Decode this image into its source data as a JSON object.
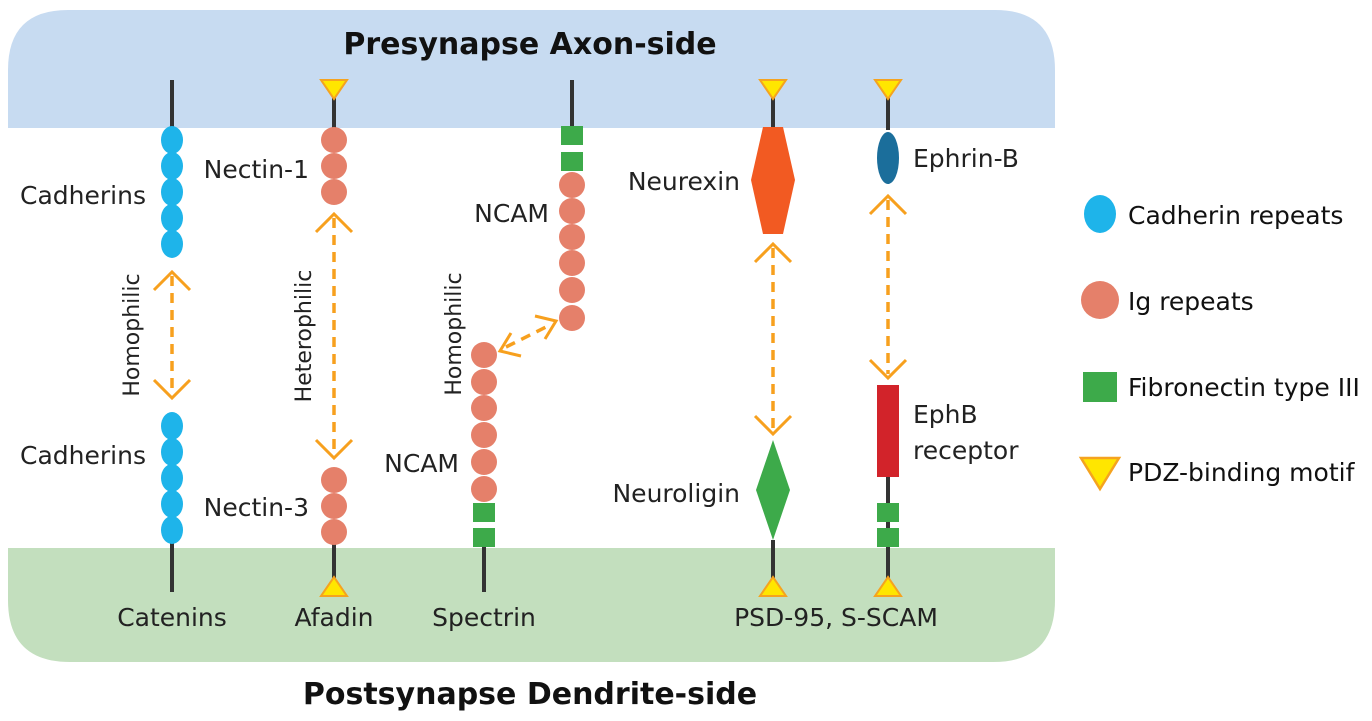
{
  "header": {
    "title": "Presynapse Axon-side"
  },
  "footer": {
    "title": "Postsynapse Dendrite-side"
  },
  "colors": {
    "presynapse_band": "#C7DBF1",
    "postsynapse_band": "#C3DFBE",
    "cadherin": "#1EB4EA",
    "ig": "#E5806A",
    "fibronectin": "#3DAA4A",
    "pdz_fill": "#FFE600",
    "pdz_stroke": "#F5A31F",
    "neurexin": "#F25A22",
    "neuroligin": "#3DAA4A",
    "ephrin": "#1B6E9B",
    "ephb": "#D2232A",
    "arrow": "#F7A01E"
  },
  "columns": {
    "cadherin": {
      "top_label": "Cadherins",
      "bottom_label": "Cadherins",
      "interaction": "Homophilic",
      "partner": "Catenins"
    },
    "nectin": {
      "top_label": "Nectin-1",
      "bottom_label": "Nectin-3",
      "interaction": "Heterophilic",
      "partner": "Afadin"
    },
    "ncam": {
      "top_label": "NCAM",
      "bottom_label": "NCAM",
      "interaction": "Homophilic",
      "partner": "Spectrin"
    },
    "neurexin": {
      "top_label": "Neurexin",
      "bottom_label": "Neuroligin"
    },
    "ephrin": {
      "top_label": "Ephrin-B",
      "bottom_label_line1": "EphB",
      "bottom_label_line2": "receptor"
    },
    "shared_partner": "PSD-95, S-SCAM"
  },
  "legend": {
    "items": [
      {
        "label": "Cadherin repeats",
        "icon": "cadherin-ellipse-icon"
      },
      {
        "label": "Ig repeats",
        "icon": "ig-circle-icon"
      },
      {
        "label": "Fibronectin type III",
        "icon": "fibronectin-square-icon"
      },
      {
        "label": "PDZ-binding motif",
        "icon": "pdz-triangle-icon"
      }
    ]
  }
}
